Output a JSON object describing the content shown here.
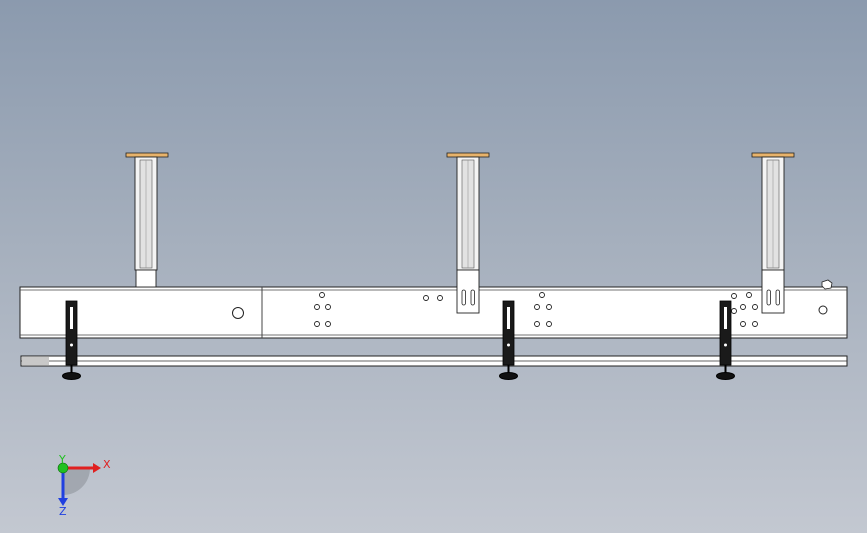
{
  "viewport": {
    "background_top": "#8b9aae",
    "background_bottom": "#c3c8d1"
  },
  "model": {
    "view": "front",
    "beam_fill": "#ffffff",
    "plate_color": "#e8b36b",
    "leg_color": "#1a1a1a",
    "column_count": 3,
    "leg_count": 3
  },
  "triad": {
    "x_label": "X",
    "y_label": "Y",
    "z_label": "Z",
    "x_color": "#e02020",
    "y_color": "#20c020",
    "z_color": "#2040e0"
  }
}
